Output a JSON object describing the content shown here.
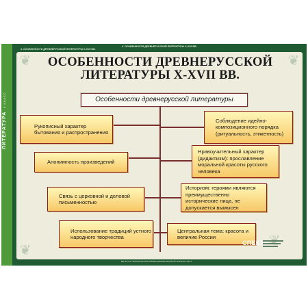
{
  "poster": {
    "side_label": "ЛИТЕРАТУРА",
    "side_grade": "9 КЛАСС",
    "top_left_label": "4. ОСОБЕННОСТИ ДРЕВНЕРУССКОЙ ЛИТЕРАТУРЫ X-XVII ВВ.",
    "top_center_label": "4. ОСОБЕННОСТИ ДРЕВНЕРУССКОЙ ЛИТЕРАТУРЫ X-XVII ВВ.",
    "bottom_label": "ВВ ФОТ № ТЕМАТИЧЕСКИЕ ИЗОБРАЖЕНИЯ ВЕЛИКОЙ ЛИТЕРАТУРЫ 9",
    "title_line1": "ОСОБЕННОСТИ ДРЕВНЕРУССКОЙ",
    "title_line2": "ЛИТЕРАТУРЫ X-XVII ВВ.",
    "subtitle": "Особенности древнерусской литературы",
    "publisher": "СПЕКТР",
    "features_left": [
      "Рукописный характер бытования и распространения",
      "Анонимность произведений",
      "Связь с церковной и деловой письменностью",
      "Использование традиций устного народного творчества"
    ],
    "features_right": [
      "Соблюдение идейно-композиционного порядка (ритуальность, этикетность)",
      "Нравоучительный характер (дидактизм): прославление моральной красоты русского человека",
      "Историзм: героями являются преимущественно исторические лица, не допускается вымысел",
      "Центральная тема: красота и величие России"
    ]
  },
  "colors": {
    "frame_green": "#1f5a33",
    "side_band_green": "#4f9a3a",
    "panel_bg": "#eeeddd",
    "connector": "#7a2d2d",
    "node_border": "#8a1f1f",
    "node_top": "#fff7b8",
    "node_bottom": "#f7c867"
  }
}
